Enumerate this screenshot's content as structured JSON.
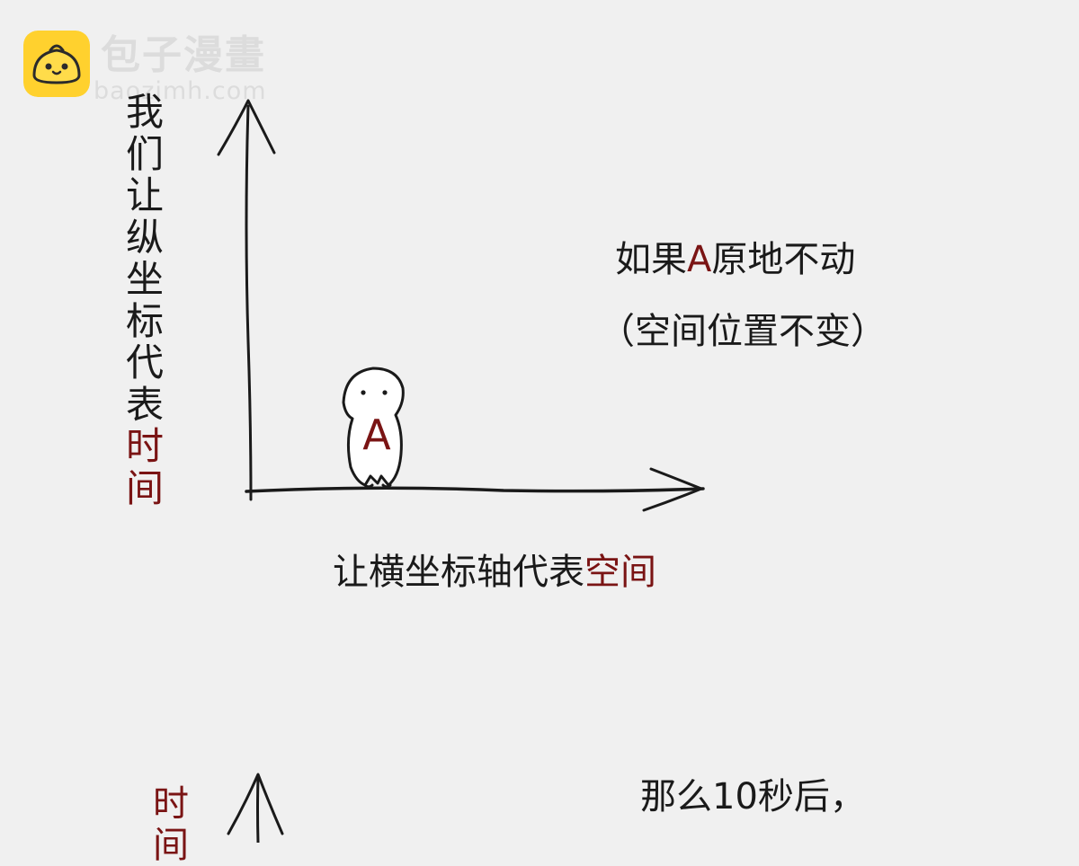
{
  "watermark": {
    "brand_name": "包子漫畫",
    "domain": "baozimh.com",
    "icon": "bun-icon"
  },
  "panel1": {
    "vertical_label_prefix": "我们让纵坐标代表",
    "vertical_label_highlight": "时间",
    "horizontal_label_prefix": "让横坐标轴代表",
    "horizontal_label_highlight": "空间",
    "condition_prefix": "如果",
    "condition_highlight": "A",
    "condition_suffix": "原地不动",
    "condition_note": "（空间位置不变）",
    "character_letter": "A"
  },
  "panel2": {
    "vertical_label_highlight": "时间",
    "then_text": "那么10秒后，"
  },
  "colors": {
    "background": "#f0f0f0",
    "ink": "#1a1a1a",
    "accent": "#7a1414",
    "watermark": "#dcdcdc",
    "logo_yellow": "#ffd12e"
  }
}
